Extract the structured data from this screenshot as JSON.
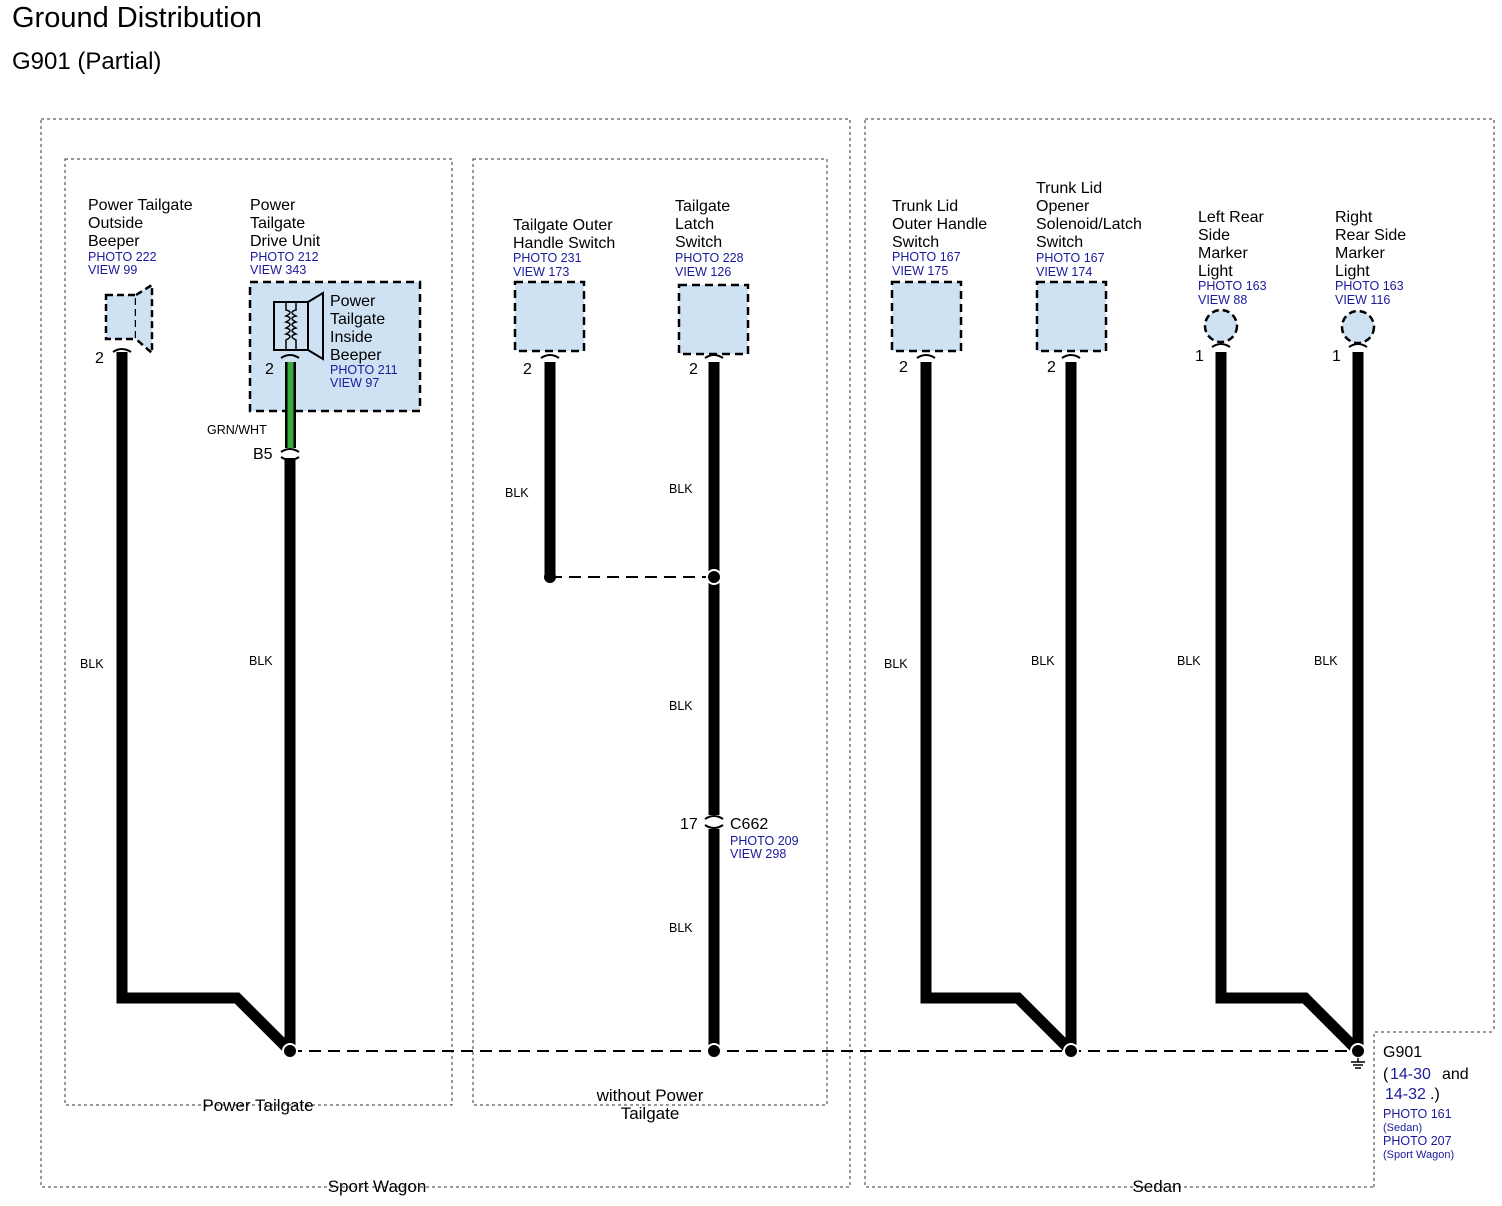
{
  "title": "Ground Distribution",
  "subtitle": "G901 (Partial)",
  "colors": {
    "component_fill": "#cfe2f3",
    "wire": "#000000",
    "grn_wht_wire": "#3aa83a",
    "ref_text": "#1a1a9c"
  },
  "groups": {
    "sport_wagon": "Sport Wagon",
    "sedan": "Sedan",
    "power_tailgate": "Power Tailgate",
    "without_power_tailgate_1": "without Power",
    "without_power_tailgate_2": "Tailgate"
  },
  "components": {
    "outside_beeper": {
      "name": [
        "Power Tailgate",
        "Outside",
        "Beeper"
      ],
      "photo": "PHOTO 222",
      "view": "VIEW 99",
      "pin": "2",
      "icon": "speaker-icon"
    },
    "drive_unit": {
      "name": [
        "Power",
        "Tailgate",
        "Drive Unit"
      ],
      "photo": "PHOTO 212",
      "view": "VIEW 343",
      "pin": "2"
    },
    "inside_beeper": {
      "name": [
        "Power",
        "Tailgate",
        "Inside",
        "Beeper"
      ],
      "photo": "PHOTO 211",
      "view": "VIEW 97",
      "icon": "speaker-coil-icon"
    },
    "outer_handle_switch": {
      "name": [
        "Tailgate Outer",
        "Handle Switch"
      ],
      "photo": "PHOTO 231",
      "view": "VIEW 173",
      "pin": "2"
    },
    "latch_switch": {
      "name": [
        "Tailgate",
        "Latch",
        "Switch"
      ],
      "photo": "PHOTO 228",
      "view": "VIEW 126",
      "pin": "2"
    },
    "trunk_outer_handle": {
      "name": [
        "Trunk Lid",
        "Outer Handle",
        "Switch"
      ],
      "photo": "PHOTO 167",
      "view": "VIEW 175",
      "pin": "2"
    },
    "trunk_opener": {
      "name": [
        "Trunk Lid",
        "Opener",
        "Solenoid/Latch",
        "Switch"
      ],
      "photo": "PHOTO 167",
      "view": "VIEW 174",
      "pin": "2"
    },
    "left_marker": {
      "name": [
        "Left Rear",
        "Side",
        "Marker",
        "Light"
      ],
      "photo": "PHOTO 163",
      "view": "VIEW 88",
      "pin": "1",
      "icon": "bulb-icon"
    },
    "right_marker": {
      "name": [
        "Right",
        "Rear Side",
        "Marker",
        "Light"
      ],
      "photo": "PHOTO 163",
      "view": "VIEW 116",
      "pin": "1",
      "icon": "bulb-icon"
    }
  },
  "wires": {
    "grn_wht": "GRN/WHT",
    "blk": "BLK"
  },
  "connectors": {
    "b5": {
      "label": "B5"
    },
    "c662": {
      "pin": "17",
      "label": "C662",
      "photo": "PHOTO 209",
      "view": "VIEW 298"
    }
  },
  "ground": {
    "label": "G901",
    "open_paren": "(",
    "ref1": "14-30",
    "and": "and",
    "ref2": "14-32",
    "close": ".)",
    "photo1": "PHOTO 161",
    "photo1_note": "(Sedan)",
    "photo2": "PHOTO 207",
    "photo2_note": "(Sport Wagon)"
  }
}
